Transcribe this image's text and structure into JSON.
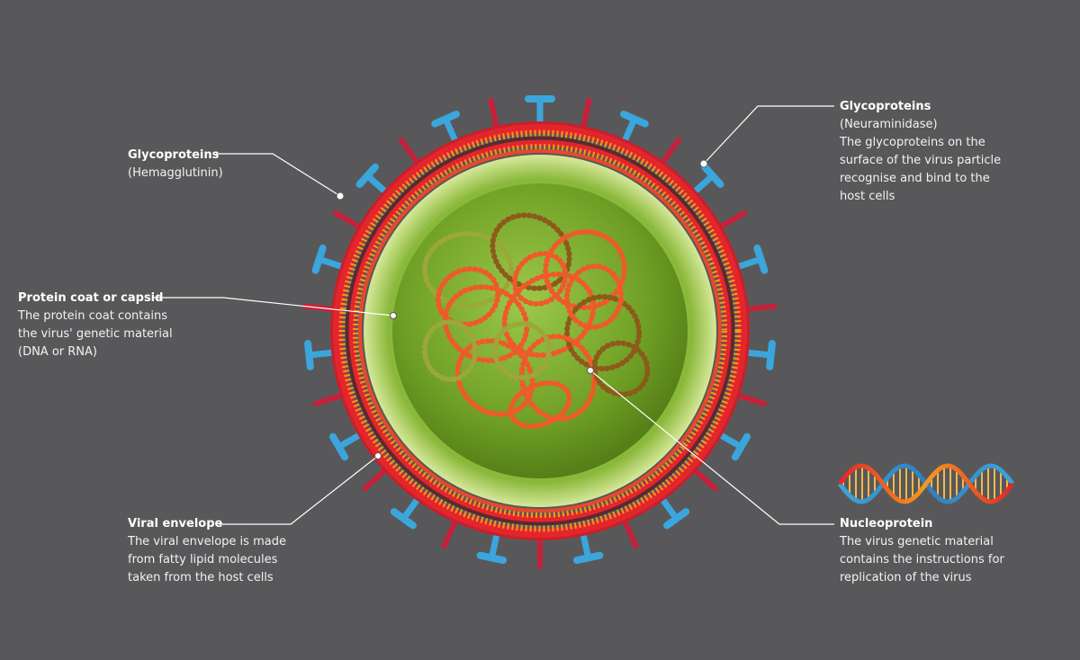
{
  "colors": {
    "background": "#58585a",
    "hemagglutinin": "#c8203a",
    "neuraminidase": "#3aa6dc",
    "envelope_outer": "#e2262c",
    "envelope_dots": "#f39a1e",
    "envelope_dark": "#5a2a30",
    "capsid_outer": "#bcd66a",
    "capsid_inner": "#6c9e22",
    "rna_main": "#ef5a2a",
    "rna_dark": "#8c5a1a",
    "rna_pale": "#9aa83a"
  },
  "icons": [
    "dna-icon"
  ],
  "labels": {
    "hemagglutinin": {
      "title": "Glycoproteins",
      "subtitle": "(Hemagglutinin)"
    },
    "neuraminidase": {
      "title": "Glycoproteins",
      "subtitle": "(Neuraminidase)",
      "description": [
        "The glycoproteins on the",
        "surface of the virus particle",
        "recognise and bind to the",
        "host cells"
      ]
    },
    "capsid": {
      "title": "Protein coat or capsid",
      "description": [
        "The protein coat contains",
        "the virus' genetic material",
        "(DNA or RNA)"
      ]
    },
    "envelope": {
      "title": "Viral envelope",
      "description": [
        "The viral envelope is made",
        "from fatty lipid molecules",
        "taken from the host cells"
      ]
    },
    "nucleoprotein": {
      "title": "Nucleoprotein",
      "description": [
        "The virus genetic material",
        "contains the instructions for",
        "replication of the virus"
      ]
    }
  }
}
